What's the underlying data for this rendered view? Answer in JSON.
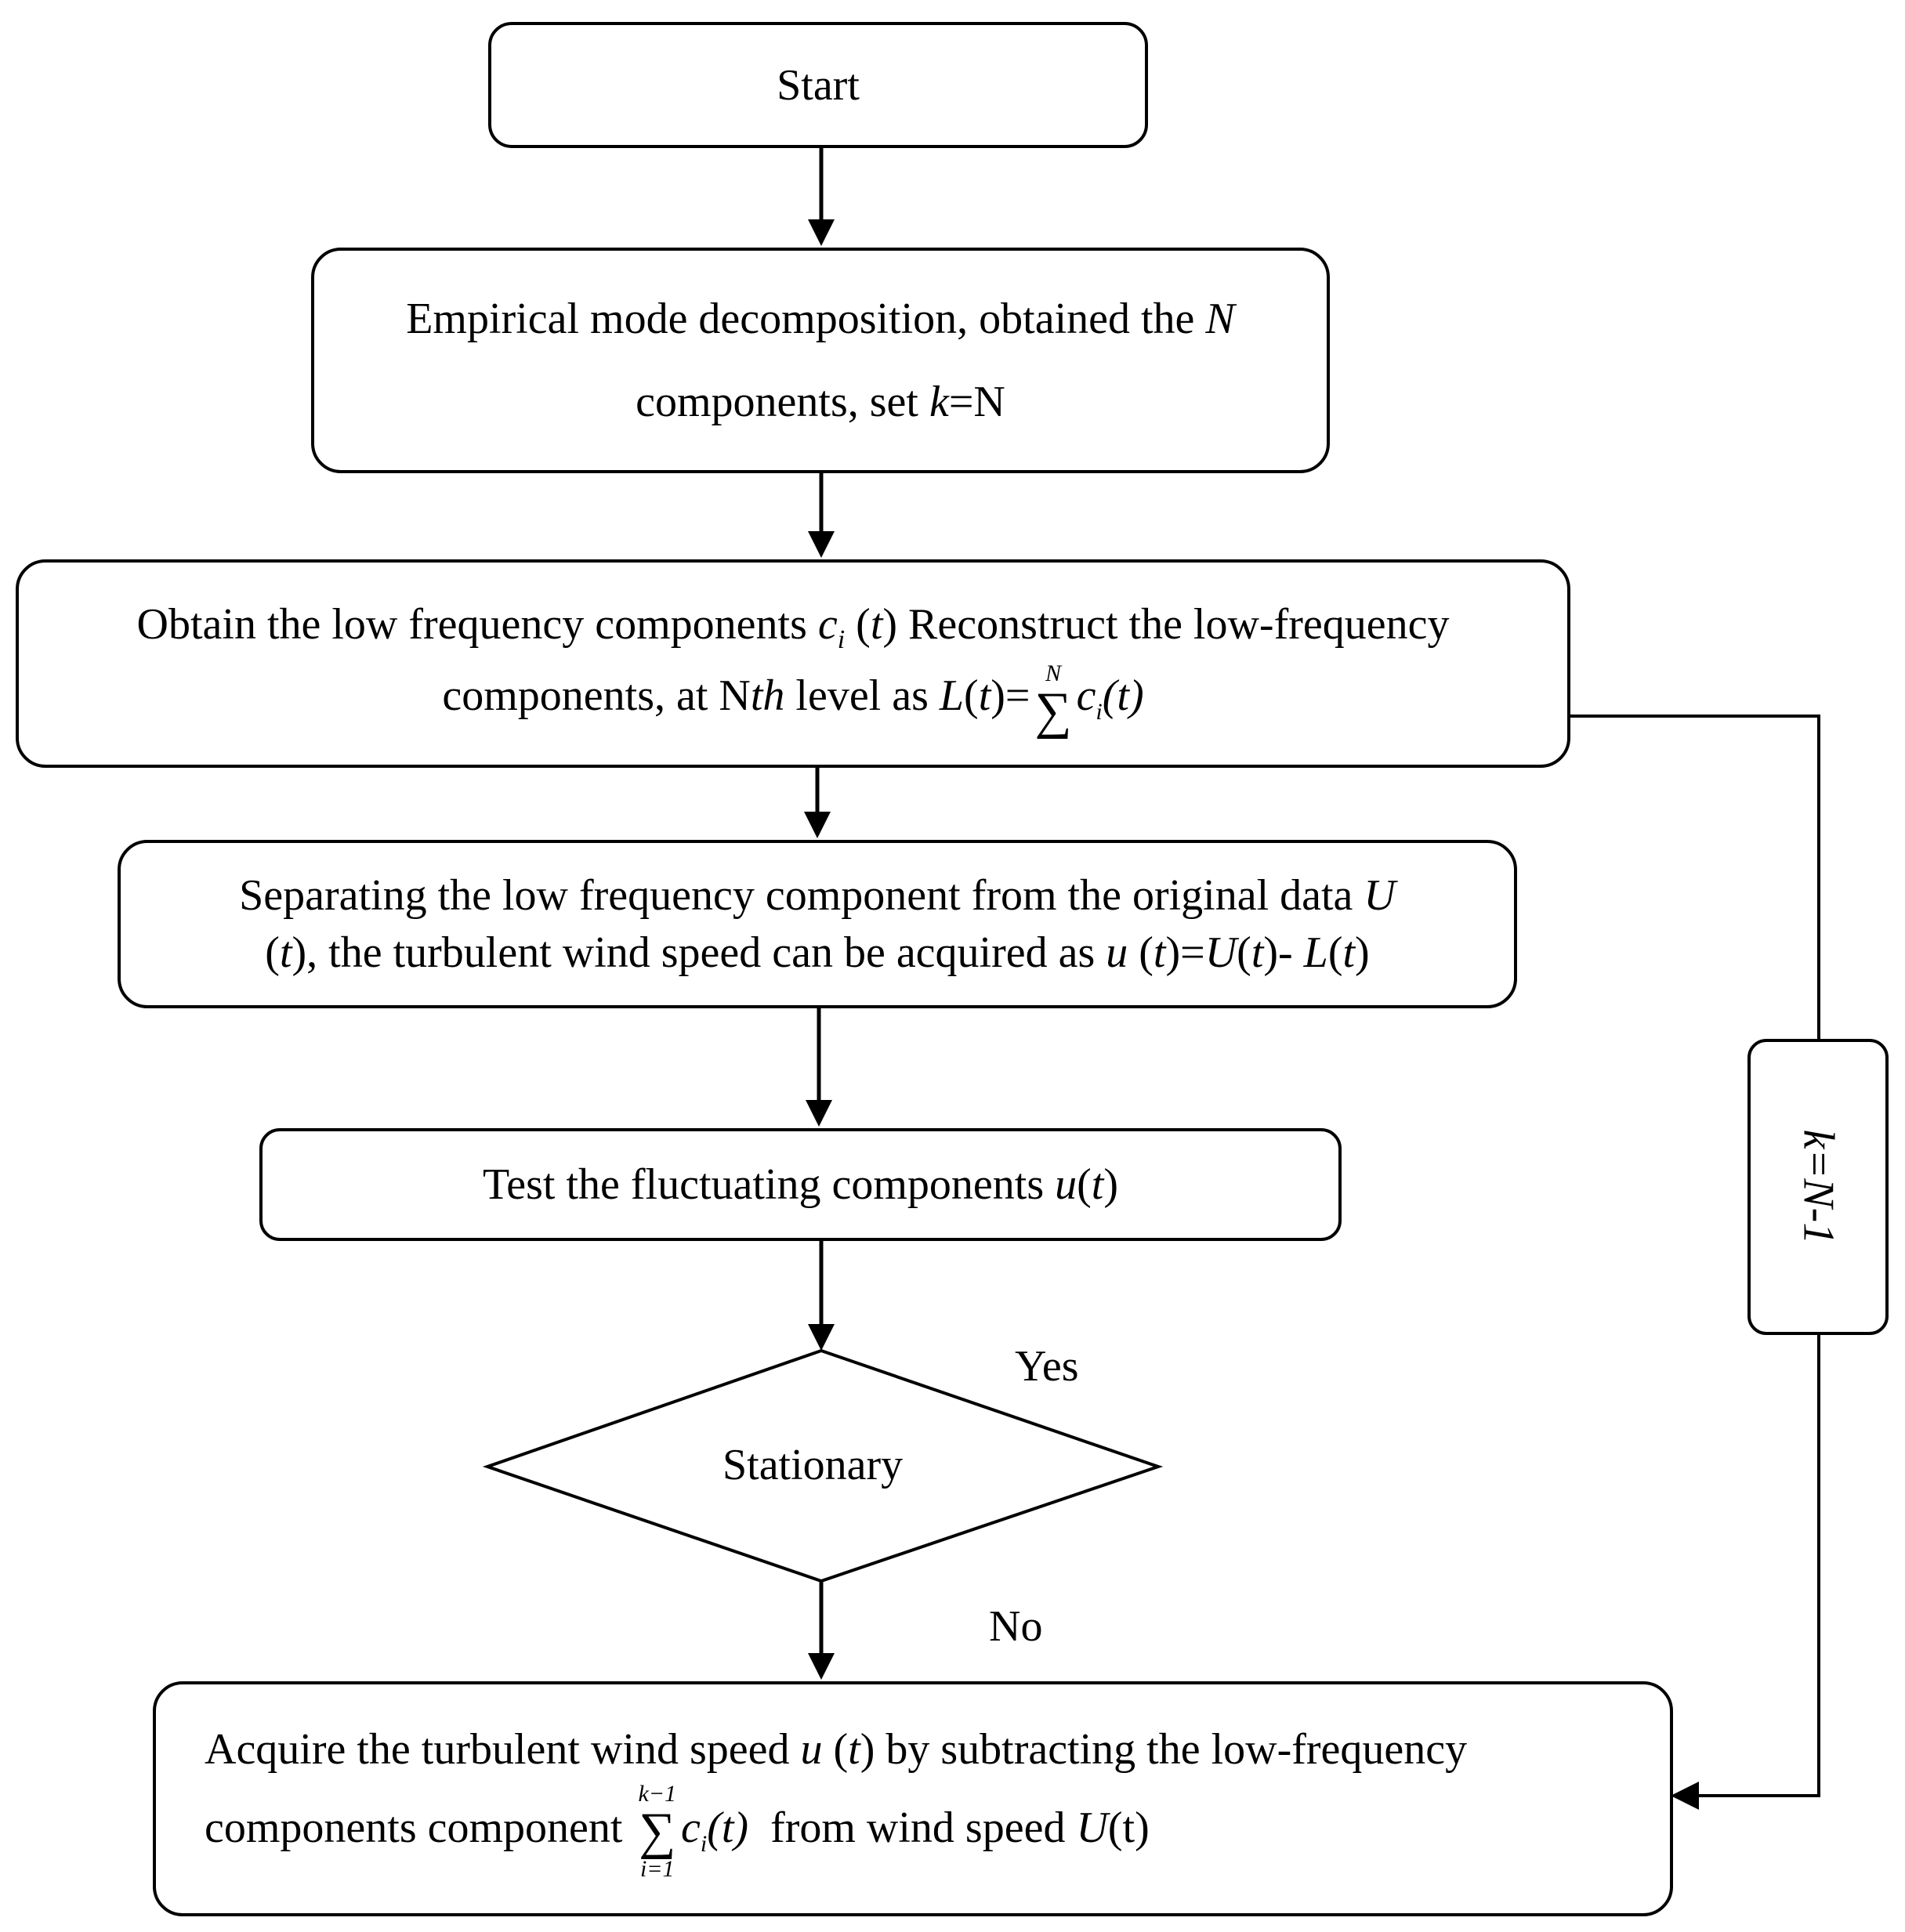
{
  "nodes": {
    "start": {
      "text": "Start"
    },
    "emd": {
      "line1_pre": "Empirical mode decomposition, obtained the ",
      "line1_var": "N",
      "line2_pre": "components, set ",
      "line2_var": "k",
      "line2_post": "=N"
    },
    "reconstruct": {
      "line1_pre": "Obtain the low frequency components ",
      "line1_c": "c",
      "line1_sub": "i",
      "line1_mid": " (",
      "line1_t": "t",
      "line1_post": ") Reconstruct the low-frequency",
      "line2_pre": "components, at N",
      "line2_th": "th",
      "line2_mid": " level as ",
      "line2_L": "L",
      "line2_paren": "(",
      "line2_t": "t",
      "line2_eq": ")=",
      "sum_upper": "N",
      "sum_sigma": "∑",
      "sum_term": "c",
      "sum_sub": "i",
      "sum_arg": "(t)"
    },
    "separate": {
      "line1_pre": "Separating the low frequency component from the original data ",
      "line1_var": "U",
      "line2_a": "(",
      "line2_t1": "t",
      "line2_b": "), the turbulent wind speed can be acquired as ",
      "line2_u": "u",
      "line2_c": " (",
      "line2_t2": "t",
      "line2_d": ")=",
      "line2_U": "U",
      "line2_e": "(",
      "line2_t3": "t",
      "line2_f": ")- ",
      "line2_L": "L",
      "line2_g": "(",
      "line2_t4": "t",
      "line2_h": ")"
    },
    "test": {
      "pre": "Test the fluctuating components ",
      "u": "u",
      "a": "(",
      "t": "t",
      "b": ")"
    },
    "decision": {
      "text": "Stationary"
    },
    "acquire": {
      "line1_pre": "Acquire the turbulent wind speed ",
      "line1_u": "u",
      "line1_a": " (",
      "line1_t": "t",
      "line1_post": ") by subtracting the low-frequency",
      "line2_pre": "components component ",
      "sum_upper": "k−1",
      "sum_sigma": "∑",
      "sum_lower": "i=1",
      "sum_term": "c",
      "sum_sub": "i",
      "sum_arg": "(t)",
      "line2_post": "  from wind speed ",
      "line2_U": "U",
      "line2_end": "(t)"
    },
    "loop": {
      "text": "k=N-1"
    }
  },
  "edge_labels": {
    "yes": "Yes",
    "no": "No"
  }
}
